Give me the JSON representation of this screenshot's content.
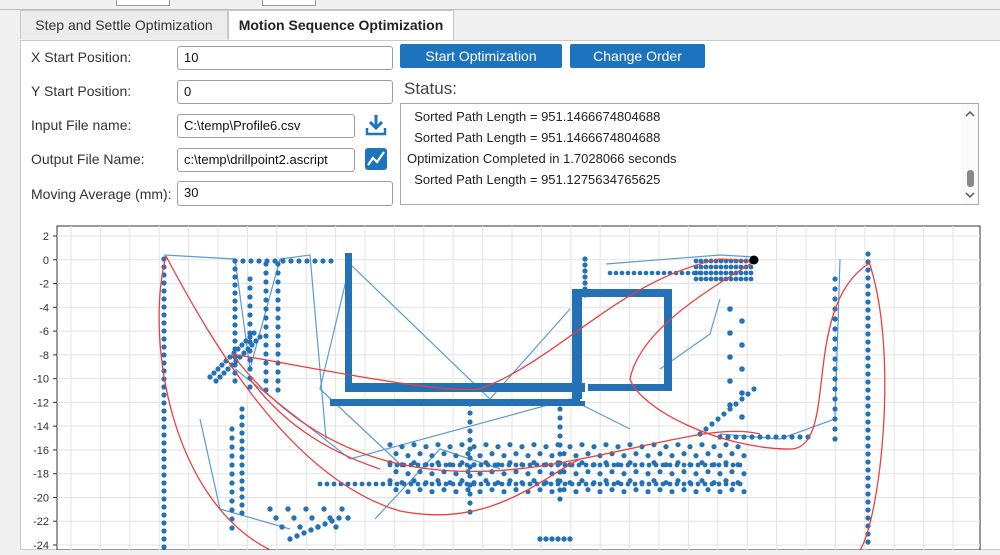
{
  "tabs": [
    {
      "label": "Step and Settle Optimization",
      "active": false
    },
    {
      "label": "Motion Sequence Optimization",
      "active": true
    }
  ],
  "form": {
    "x_start": {
      "label": "X Start Position:",
      "value": "10"
    },
    "y_start": {
      "label": "Y Start Position:",
      "value": "0"
    },
    "input_file": {
      "label": "Input File name:",
      "value": "C:\\temp\\Profile6.csv"
    },
    "output_file": {
      "label": "Output File Name:",
      "value": "c:\\temp\\drillpoint2.ascript"
    },
    "moving_average": {
      "label": "Moving Average (mm):",
      "value": "30"
    }
  },
  "buttons": {
    "start_optimization": "Start Optimization",
    "change_order": "Change Order"
  },
  "icons": {
    "download": "download-icon",
    "chart": "trend-chart-icon",
    "accent_color": "#1e73be"
  },
  "status": {
    "title": "Status:",
    "lines": [
      "  Sorted Path Length = 951.1466674804688",
      "  Sorted Path Length = 951.1466674804688",
      "Optimization Completed in 1.7028066 seconds",
      "  Sorted Path Length = 951.1275634765625"
    ]
  },
  "chart_data": {
    "type": "scatter",
    "title": "",
    "xlabel": "",
    "ylabel": "",
    "ylim": [
      -24,
      2
    ],
    "yticks": [
      "2",
      "0",
      "-2",
      "-4",
      "-6",
      "-8",
      "-10",
      "-12",
      "-14",
      "-16",
      "-18",
      "-20",
      "-22",
      "-24"
    ],
    "grid": true,
    "point_color": "#2471b5",
    "path_color": "#5b9bd5",
    "curve_color": "#e84040",
    "marker_color": "#000000"
  }
}
